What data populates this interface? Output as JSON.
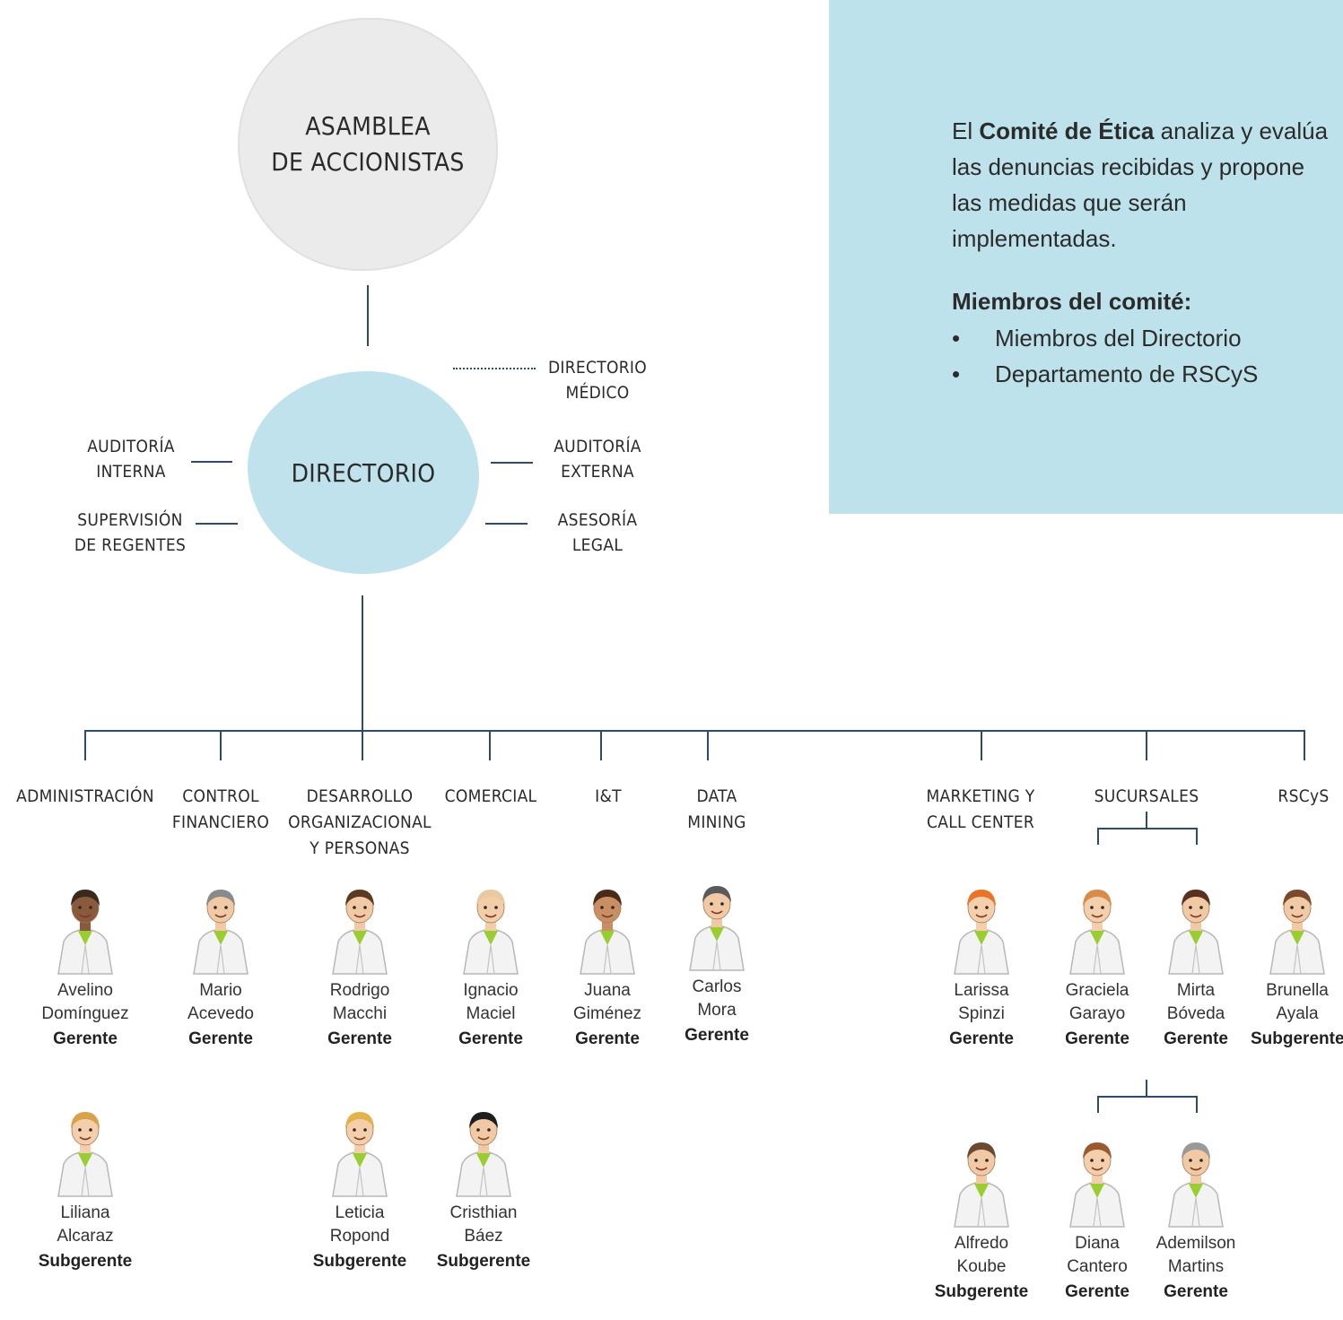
{
  "top": {
    "asamblea": [
      "ASAMBLEA",
      "DE ACCIONISTAS"
    ],
    "directorio": "DIRECTORIO"
  },
  "side_units": {
    "directorio_medico": [
      "DIRECTORIO",
      "MÉDICO"
    ],
    "auditoria_interna": [
      "AUDITORÍA",
      "INTERNA"
    ],
    "auditoria_externa": [
      "AUDITORÍA",
      "EXTERNA"
    ],
    "supervision_regentes": [
      "SUPERVISIÓN",
      "DE REGENTES"
    ],
    "asesoria_legal": [
      "ASESORÍA",
      "LEGAL"
    ]
  },
  "info": {
    "intro_before": "El ",
    "intro_bold": "Comité de Ética",
    "intro_after": " analiza y evalúa las denuncias recibidas y propone las medidas que serán implementadas.",
    "members_title": "Miembros del comité:",
    "bullet_symbol": "•",
    "members": [
      "Miembros del Directorio",
      "Departamento de RSCyS"
    ]
  },
  "departments": {
    "administracion": [
      "ADMINISTRACIÓN"
    ],
    "control": [
      "CONTROL",
      "FINANCIERO"
    ],
    "desarrollo": [
      "DESARROLLO",
      "ORGANIZACIONAL",
      "Y PERSONAS"
    ],
    "comercial": [
      "COMERCIAL"
    ],
    "it": [
      "I&T"
    ],
    "data": [
      "DATA",
      "MINING"
    ],
    "marketing": [
      "MARKETING Y",
      "CALL CENTER"
    ],
    "sucursales": [
      "SUCURSALES"
    ],
    "rscys": [
      "RSCyS"
    ]
  },
  "people": {
    "avelino": {
      "first": "Avelino",
      "last": "Domínguez",
      "role": "Gerente",
      "hair": "#3a2a1e",
      "skin": "#8a5a3c"
    },
    "mario": {
      "first": "Mario",
      "last": "Acevedo",
      "role": "Gerente",
      "hair": "#8a8a8a",
      "skin": "#f1c9a5"
    },
    "rodrigo": {
      "first": "Rodrigo",
      "last": "Macchi",
      "role": "Gerente",
      "hair": "#5b3a22",
      "skin": "#f1c9a5"
    },
    "ignacio": {
      "first": "Ignacio",
      "last": "Maciel",
      "role": "Gerente",
      "hair": "#e8c9a2",
      "skin": "#f3cda8"
    },
    "juana": {
      "first": "Juana",
      "last": "Giménez",
      "role": "Gerente",
      "hair": "#4a2a18",
      "skin": "#c98f63"
    },
    "carlos": {
      "first": "Carlos",
      "last": "Mora",
      "role": "Gerente",
      "hair": "#5a5a5a",
      "skin": "#f1c9a5"
    },
    "larissa": {
      "first": "Larissa",
      "last": "Spinzi",
      "role": "Gerente",
      "hair": "#e8742a",
      "skin": "#f5cfab"
    },
    "graciela": {
      "first": "Graciela",
      "last": "Garayo",
      "role": "Gerente",
      "hair": "#d98b4a",
      "skin": "#f5cfab"
    },
    "mirta": {
      "first": "Mirta",
      "last": "Bóveda",
      "role": "Gerente",
      "hair": "#5a3020",
      "skin": "#f1c9a5"
    },
    "brunella": {
      "first": "Brunella",
      "last": "Ayala",
      "role": "Subgerente",
      "hair": "#7a4a2a",
      "skin": "#f1c9a5"
    },
    "liliana": {
      "first": "Liliana",
      "last": "Alcaraz",
      "role": "Subgerente",
      "hair": "#d8a24a",
      "skin": "#f5cfab"
    },
    "leticia": {
      "first": "Leticia",
      "last": "Ropond",
      "role": "Subgerente",
      "hair": "#e3b24c",
      "skin": "#f5cfab"
    },
    "cristhian": {
      "first": "Cristhian",
      "last": "Báez",
      "role": "Subgerente",
      "hair": "#1e1e1e",
      "skin": "#f1c9a5"
    },
    "alfredo": {
      "first": "Alfredo",
      "last": "Koube",
      "role": "Subgerente",
      "hair": "#6a4a30",
      "skin": "#f1c9a5"
    },
    "diana": {
      "first": "Diana",
      "last": "Cantero",
      "role": "Gerente",
      "hair": "#9a5a30",
      "skin": "#f5cfab"
    },
    "ademilson": {
      "first": "Ademilson",
      "last": "Martins",
      "role": "Gerente",
      "hair": "#9a9a9a",
      "skin": "#f1c9a5"
    }
  },
  "colors": {
    "connector": "#2e4a6a",
    "directorio_fill": "#bfe2ec",
    "asamblea_fill": "#ebebeb",
    "infobox_fill": "#bee2eb",
    "coat": "#f3f3f3",
    "shirt": "#9acd32"
  }
}
